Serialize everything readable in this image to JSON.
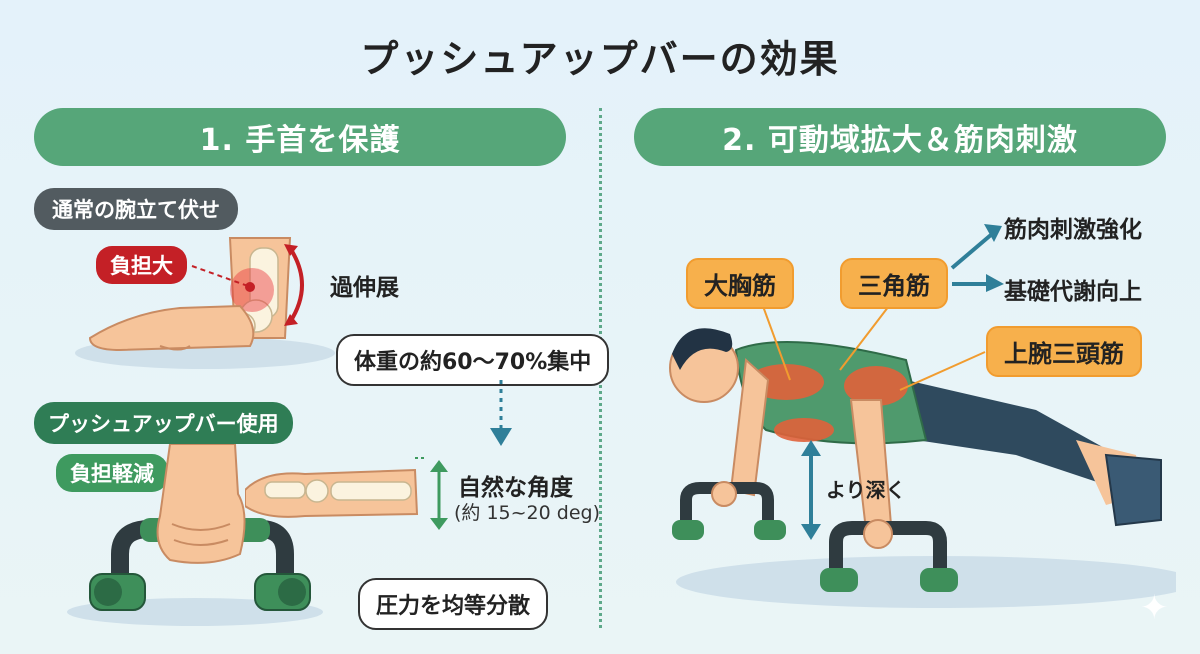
{
  "title": "プッシュアップバーの効果",
  "left": {
    "header": "1. 手首を保護",
    "normal_label": "通常の腕立て伏せ",
    "burden_high": "負担大",
    "hyperextension": "過伸展",
    "weight_bubble": "体重の約60〜70%集中",
    "bar_label": "プッシュアップバー使用",
    "burden_low": "負担軽減",
    "natural_angle": "自然な角度",
    "angle_note": "(約 15~20 deg)",
    "pressure_bubble": "圧力を均等分散"
  },
  "right": {
    "header": "2. 可動域拡大＆筋肉刺激",
    "muscle_chest": "大胸筋",
    "muscle_delt": "三角筋",
    "muscle_tri": "上腕三頭筋",
    "effect_1": "筋肉刺激強化",
    "effect_2": "基礎代謝向上",
    "deeper": "より深く"
  },
  "colors": {
    "green_header": "#56a679",
    "red": "#c42026",
    "orange": "#f7b04c",
    "arrow_blue": "#2f7f99",
    "skin": "#f6c49a",
    "shirt": "#4f9a6d",
    "bar_green": "#3e8f5a"
  }
}
